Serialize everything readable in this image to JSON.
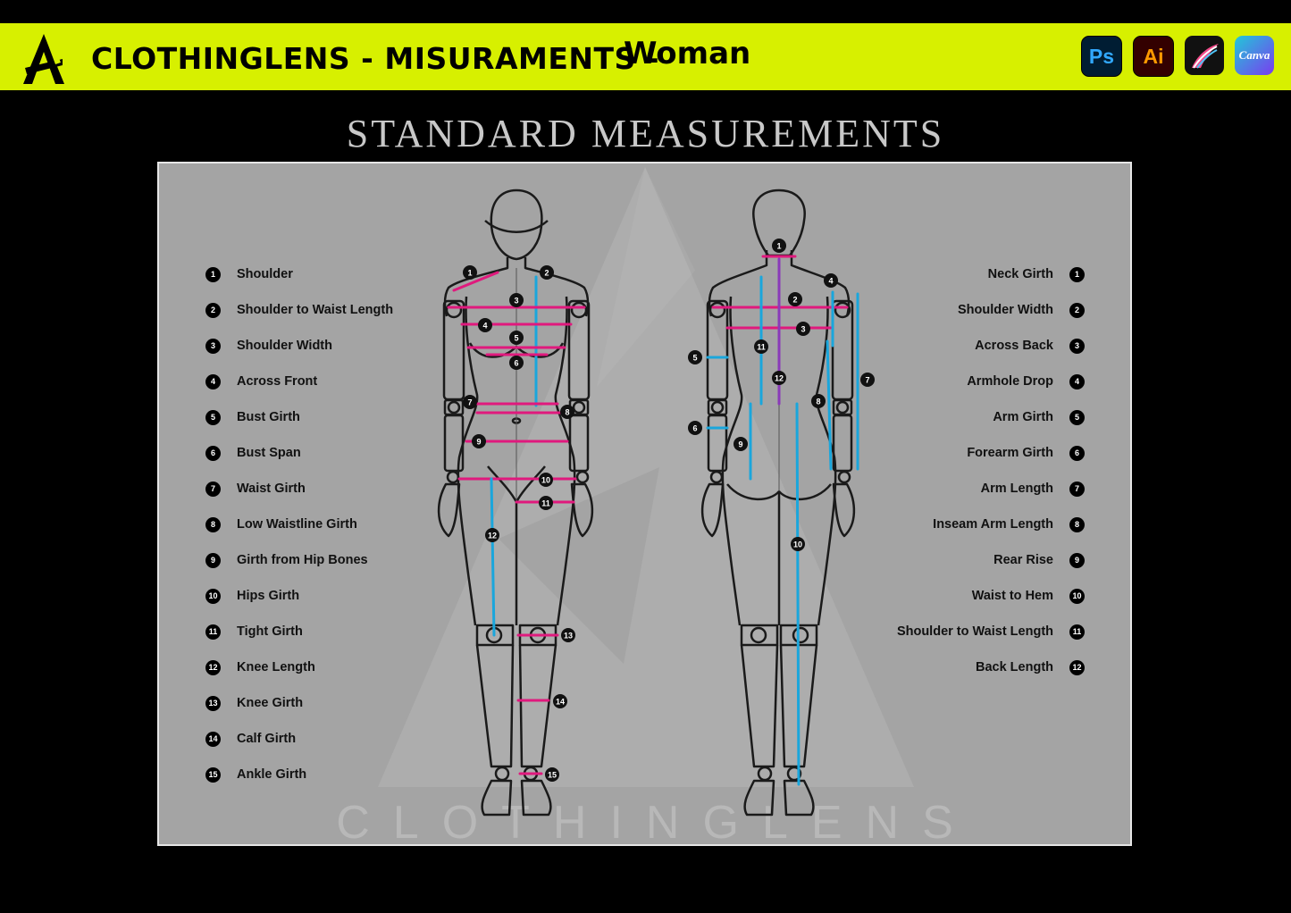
{
  "header": {
    "title": "CLOTHINGLENS - MISURAMENTS -",
    "subtitle": "Woman",
    "apps": [
      {
        "label": "Ps",
        "icon": "photoshop-icon"
      },
      {
        "label": "Ai",
        "icon": "illustrator-icon"
      },
      {
        "label": "",
        "icon": "procreate-icon"
      },
      {
        "label": "Canva",
        "icon": "canva-icon"
      }
    ]
  },
  "heading": "STANDARD MEASUREMENTS",
  "watermark": "CLOTHINGLENS",
  "front": {
    "items": [
      {
        "num": "1",
        "label": "Shoulder"
      },
      {
        "num": "2",
        "label": "Shoulder to Waist Length"
      },
      {
        "num": "3",
        "label": "Shoulder Width"
      },
      {
        "num": "4",
        "label": "Across Front"
      },
      {
        "num": "5",
        "label": "Bust Girth"
      },
      {
        "num": "6",
        "label": "Bust Span"
      },
      {
        "num": "7",
        "label": "Waist Girth"
      },
      {
        "num": "8",
        "label": "Low Waistline Girth"
      },
      {
        "num": "9",
        "label": "Girth from Hip Bones"
      },
      {
        "num": "10",
        "label": "Hips Girth"
      },
      {
        "num": "11",
        "label": "Tight Girth"
      },
      {
        "num": "12",
        "label": "Knee Length"
      },
      {
        "num": "13",
        "label": "Knee Girth"
      },
      {
        "num": "14",
        "label": "Calf Girth"
      },
      {
        "num": "15",
        "label": "Ankle Girth"
      }
    ]
  },
  "back": {
    "items": [
      {
        "num": "1",
        "label": "Neck Girth"
      },
      {
        "num": "2",
        "label": "Shoulder Width"
      },
      {
        "num": "3",
        "label": "Across Back"
      },
      {
        "num": "4",
        "label": "Armhole Drop"
      },
      {
        "num": "5",
        "label": "Arm Girth"
      },
      {
        "num": "6",
        "label": "Forearm Girth"
      },
      {
        "num": "7",
        "label": "Arm Length"
      },
      {
        "num": "8",
        "label": "Inseam Arm Length"
      },
      {
        "num": "9",
        "label": "Rear Rise"
      },
      {
        "num": "10",
        "label": "Waist to Hem"
      },
      {
        "num": "11",
        "label": "Shoulder to Waist Length"
      },
      {
        "num": "12",
        "label": "Back Length"
      }
    ]
  },
  "colors": {
    "accent_bar": "#d7f000",
    "panel": "#a4a4a4",
    "girth_line": "#e0197d",
    "length_line": "#1aa6dc",
    "back_length_line": "#8a3ab9"
  }
}
